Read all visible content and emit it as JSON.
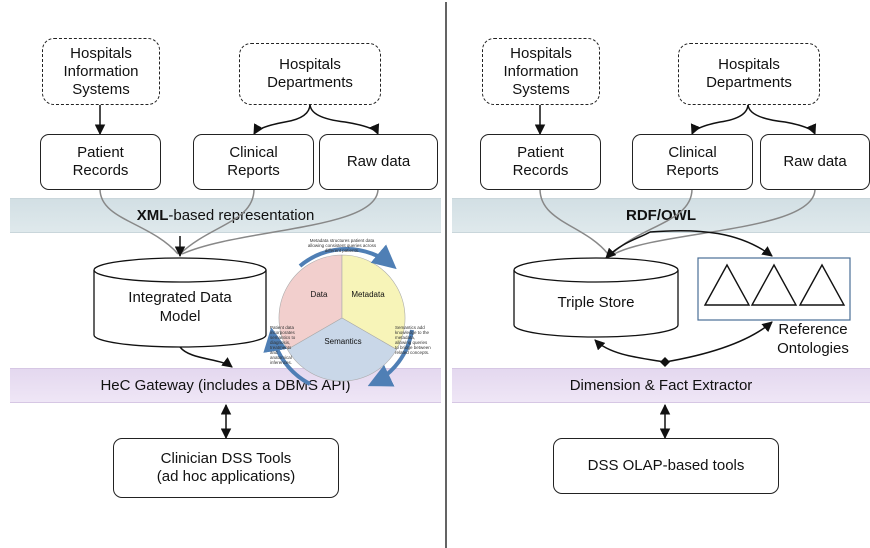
{
  "colors": {
    "band_blue": "#d9e5e9",
    "band_purple": "#ebe0f4",
    "arrow": "#111111",
    "gray_arrow": "#8a8a8a",
    "cycle_data": "#f2cfcd",
    "cycle_metadata": "#f7f4b8",
    "cycle_semantics": "#c9d7e8",
    "cycle_arrow": "#4f7fb5"
  },
  "left": {
    "his": "Hospitals\nInformation\nSystems",
    "departments": "Hospitals\nDepartments",
    "patient_records": "Patient\nRecords",
    "clinical_reports": "Clinical\nReports",
    "raw_data": "Raw data",
    "band_bold": "XML",
    "band_rest": "-based representation",
    "integrated_model": "Integrated Data\nModel",
    "gateway": "HeC Gateway (includes a DBMS API)",
    "dss_tools": "Clinician DSS Tools\n(ad hoc applications)",
    "cycle": {
      "data": "Data",
      "metadata": "Metadata",
      "semantics": "Semantics",
      "note_top": "Metadata structures patient data allowing consistent queries across different patients.",
      "note_left": "Patient data incorporates semantics to diagnosis, treatments and anatomical inferences.",
      "note_right": "Semantics add knowledge to the metadata, allowing queries to bridge between related concepts."
    }
  },
  "right": {
    "his": "Hospitals\nInformation\nSystems",
    "departments": "Hospitals\nDepartments",
    "patient_records": "Patient\nRecords",
    "clinical_reports": "Clinical\nReports",
    "raw_data": "Raw data",
    "band": "RDF/OWL",
    "triple_store": "Triple Store",
    "ontologies": "Reference\nOntologies",
    "extractor": "Dimension & Fact Extractor",
    "dss_tools": "DSS OLAP-based tools"
  }
}
